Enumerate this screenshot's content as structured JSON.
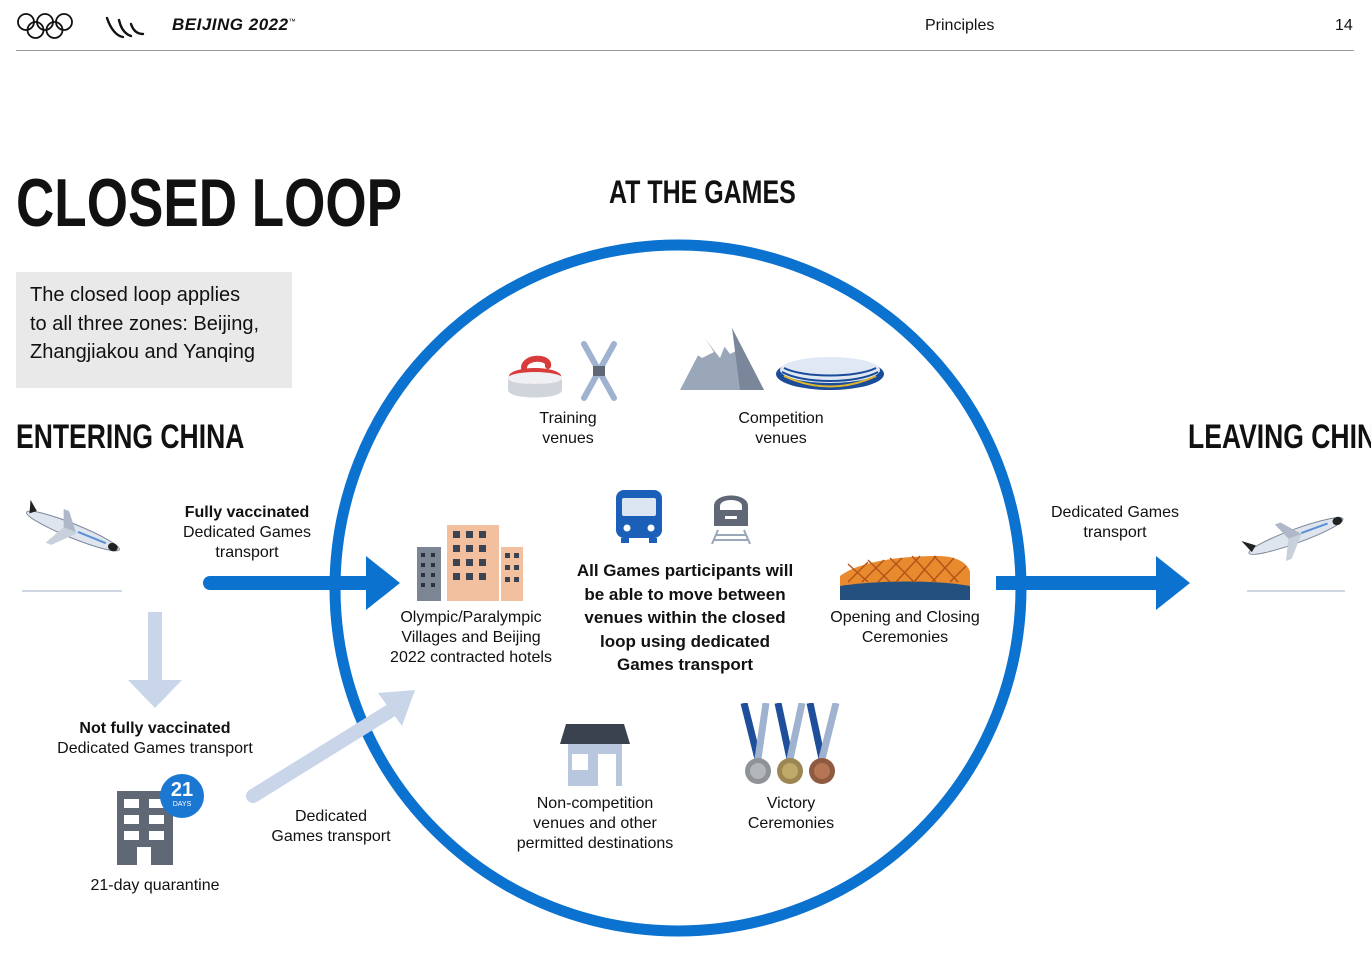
{
  "header": {
    "brand": "BEIJING 2022",
    "trademark": "™",
    "section": "Principles",
    "page_number": "14"
  },
  "title": "CLOSED LOOP",
  "info_box": {
    "lines": [
      "The closed loop applies",
      "to all three zones: Beijing,",
      "Zhangjiakou and Yanqing"
    ]
  },
  "entering": {
    "heading": "ENTERING CHINA",
    "vaccinated_title": "Fully vaccinated",
    "vaccinated_lines": [
      "Dedicated Games",
      "transport"
    ],
    "not_vaccinated_title": "Not fully vaccinated",
    "not_vaccinated_sub": "Dedicated Games transport",
    "quarantine_days": "21",
    "quarantine_days_unit": "DAYS",
    "quarantine_label": "21-day quarantine",
    "quarantine_transport_lines": [
      "Dedicated",
      "Games transport"
    ]
  },
  "games": {
    "heading": "AT THE GAMES",
    "training_lines": [
      "Training",
      "venues"
    ],
    "competition_lines": [
      "Competition",
      "venues"
    ],
    "villages_lines": [
      "Olympic/Paralympic",
      "Villages and Beijing",
      "2022 contracted hotels"
    ],
    "center_lines": [
      "All Games participants will",
      "be able to move between",
      "venues within the closed",
      "loop using dedicated",
      "Games transport"
    ],
    "ceremonies_lines": [
      "Opening and Closing",
      "Ceremonies"
    ],
    "non_competition_lines": [
      "Non-competition",
      "venues and other",
      "permitted destinations"
    ],
    "victory_lines": [
      "Victory",
      "Ceremonies"
    ]
  },
  "leaving": {
    "heading": "LEAVING CHINA",
    "transport_lines": [
      "Dedicated Games",
      "transport"
    ]
  },
  "colors": {
    "loop_blue": "#0b72d0",
    "arrow_light_blue": "#c9d5e9",
    "label_text": "#111111",
    "info_box_bg": "#e9e9e9"
  },
  "icons": [
    "olympic-rings-icon",
    "paralympic-agitos-icon",
    "airplane-landing-icon",
    "airplane-takeoff-icon",
    "curling-stone-icon",
    "crossed-skis-icon",
    "mountain-icon",
    "stadium-icon",
    "bus-icon",
    "train-icon",
    "hotel-buildings-icon",
    "birds-nest-stadium-icon",
    "shop-icon",
    "medals-icon",
    "quarantine-building-icon"
  ]
}
